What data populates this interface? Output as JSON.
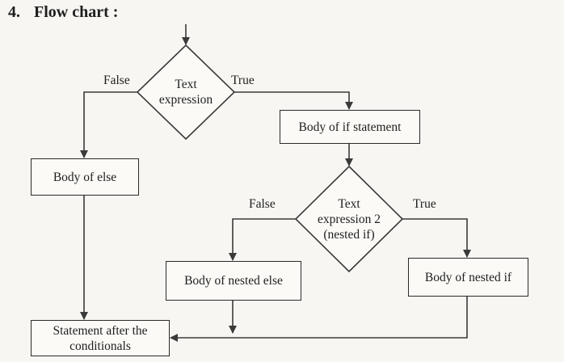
{
  "heading": {
    "number": "4.",
    "title": "Flow chart :"
  },
  "flowchart": {
    "decision1": {
      "text": "Text\nexpression",
      "false_label": "False",
      "true_label": "True"
    },
    "if_body": "Body of if statement",
    "else_body": "Body of else",
    "decision2": {
      "text": "Text\nexpression 2\n(nested if)",
      "false_label": "False",
      "true_label": "True"
    },
    "nested_else_body": "Body of nested else",
    "nested_if_body": "Body of nested if",
    "after": "Statement after the\nconditionals"
  }
}
